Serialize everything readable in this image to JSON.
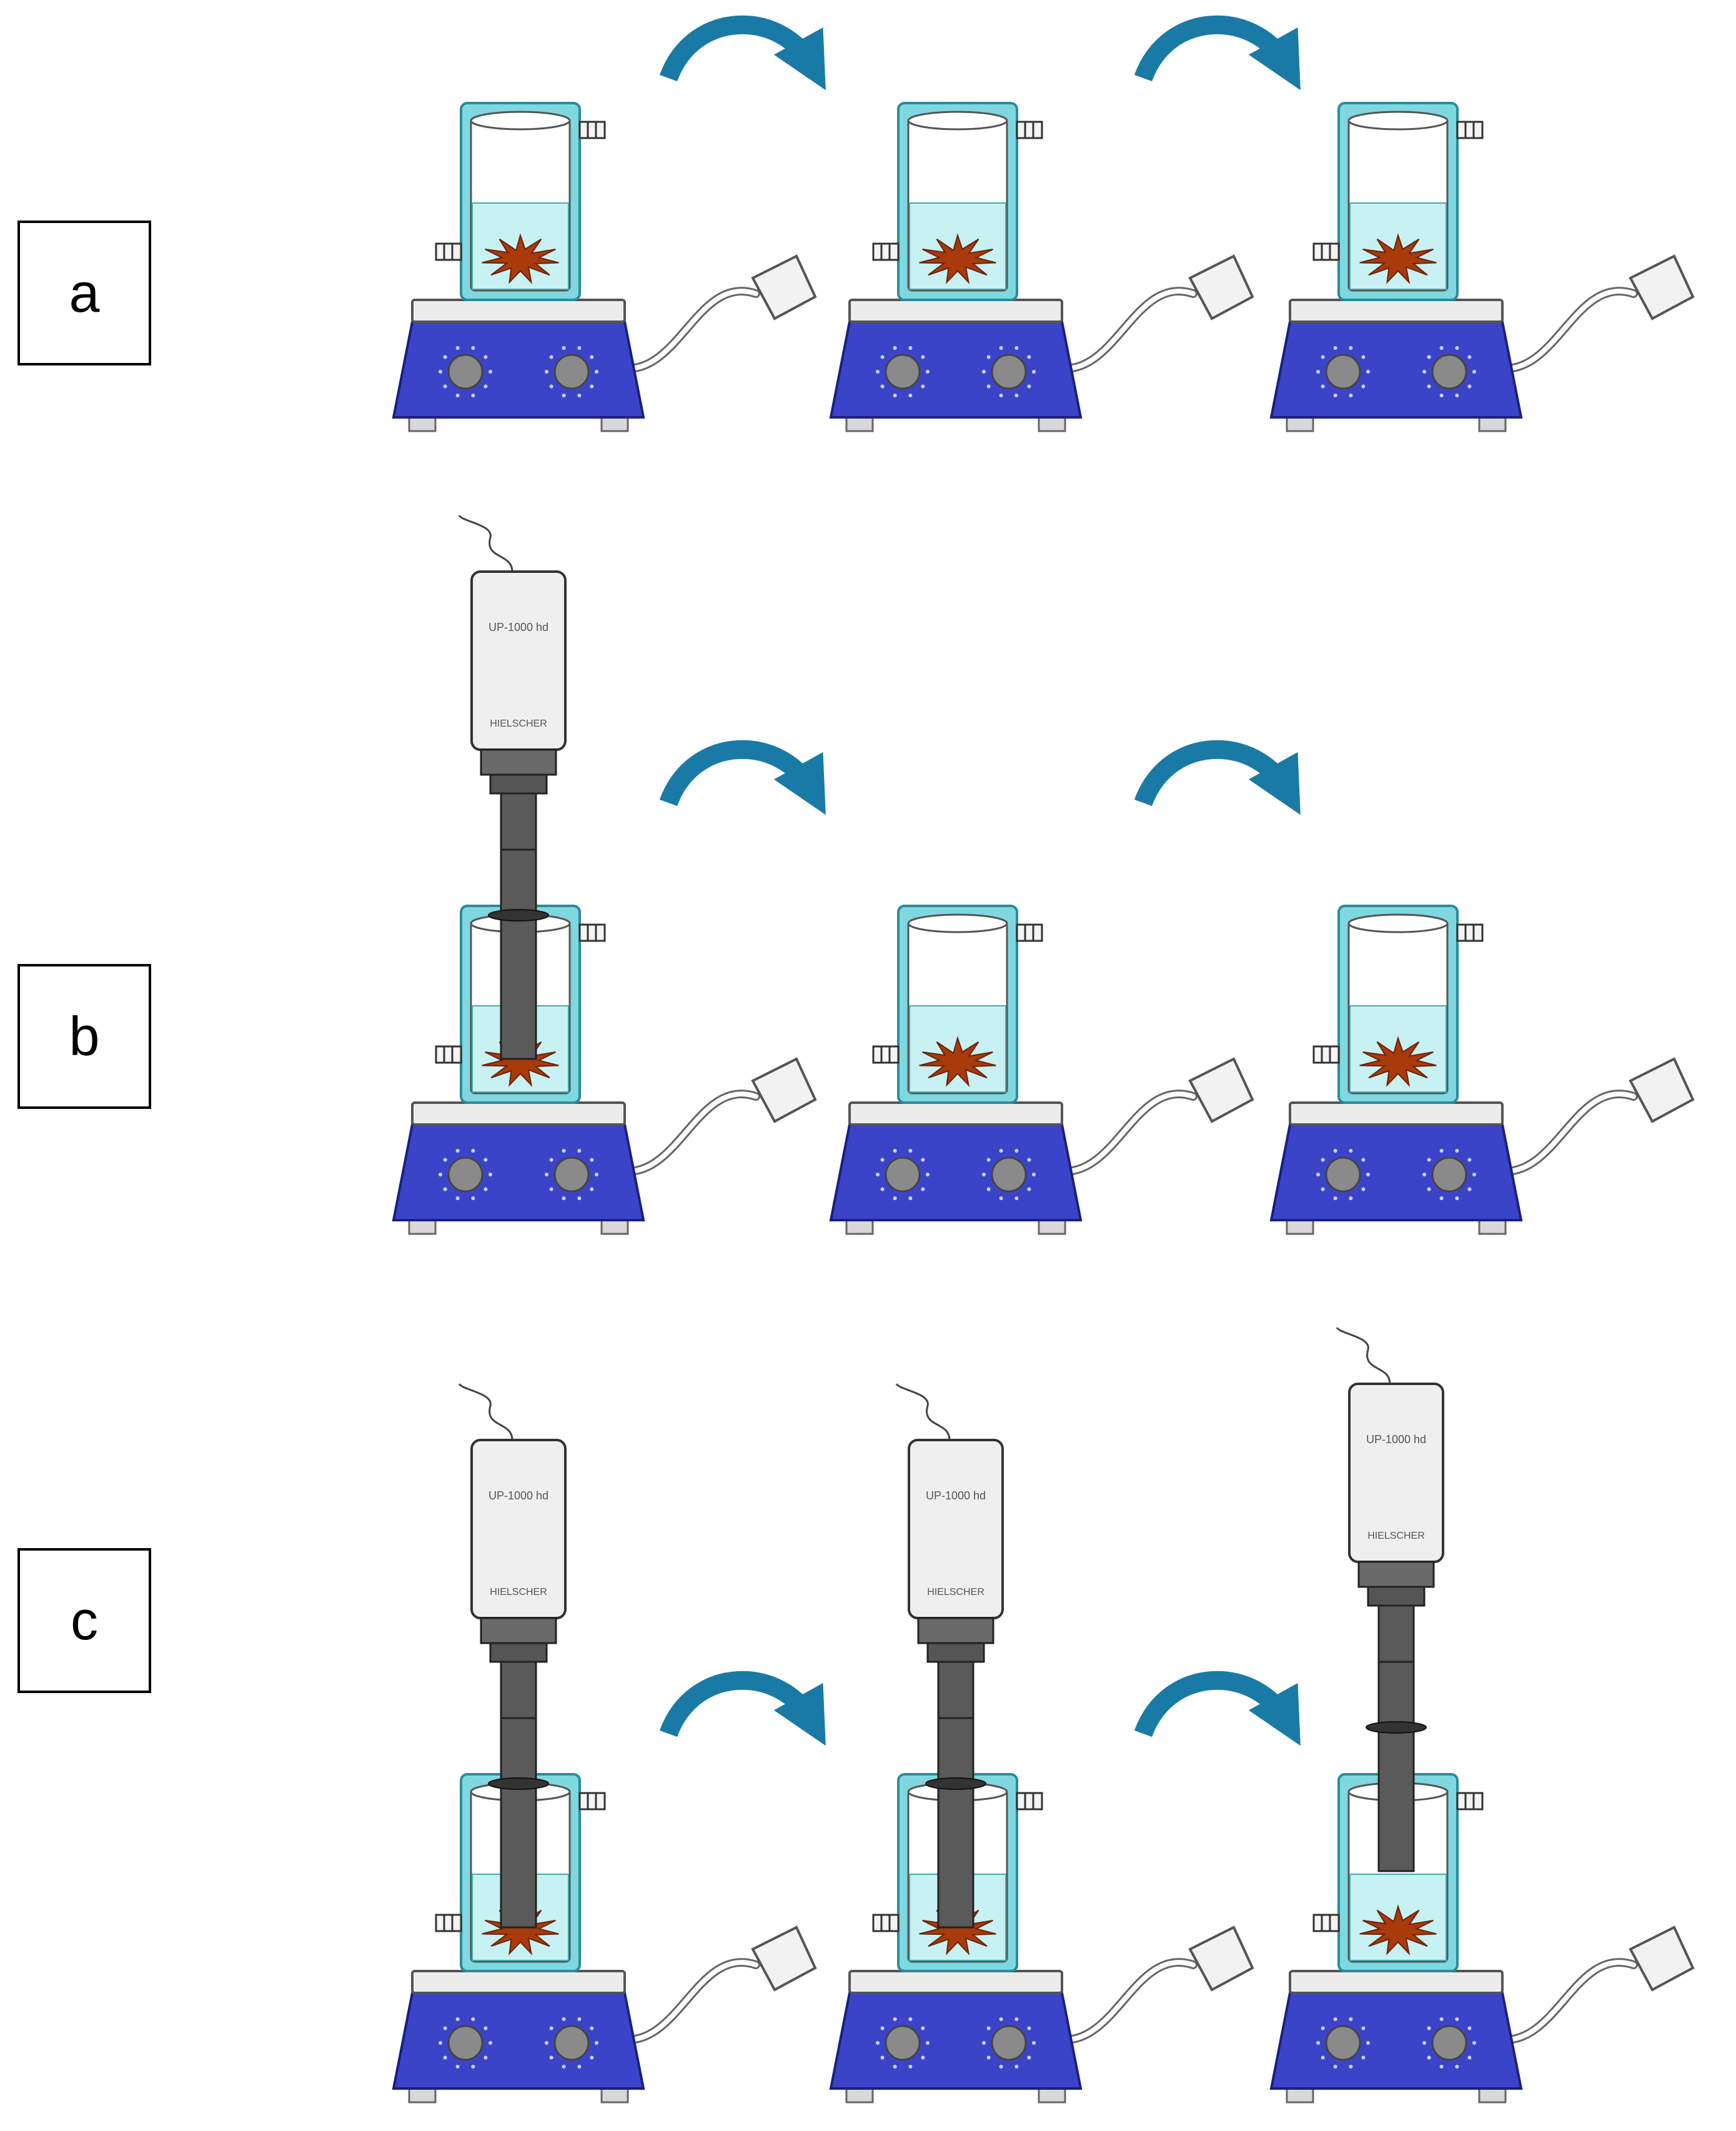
{
  "rows": [
    {
      "label": "a",
      "stations": [
        {
          "horn": false,
          "horn_in_liquid": false
        },
        {
          "horn": false,
          "horn_in_liquid": false
        },
        {
          "horn": false,
          "horn_in_liquid": false
        }
      ]
    },
    {
      "label": "b",
      "stations": [
        {
          "horn": true,
          "horn_in_liquid": true
        },
        {
          "horn": false,
          "horn_in_liquid": false
        },
        {
          "horn": false,
          "horn_in_liquid": false
        }
      ]
    },
    {
      "label": "c",
      "stations": [
        {
          "horn": true,
          "horn_in_liquid": true
        },
        {
          "horn": true,
          "horn_in_liquid": true
        },
        {
          "horn": true,
          "horn_in_liquid": false
        }
      ]
    }
  ],
  "device": {
    "model": "UP-1000 hd",
    "brand": "HIELSCHER"
  },
  "colors": {
    "stirrer_body": "#3b44c8",
    "stirrer_top": "#ececec",
    "knob": "#8a8a8a",
    "beaker_liquid": "#c8f1f4",
    "beaker_outline": "#2a8c99",
    "jacket": "#7fd8e0",
    "sample": "#a83a0c",
    "arrow": "#1a7aa6",
    "horn": "#5a5a5a",
    "generator": "#efefef"
  },
  "icons": [
    "magnetic-stirrer-icon",
    "jacketed-beaker-icon",
    "ultrasonic-horn-icon",
    "curved-arrow-icon"
  ]
}
